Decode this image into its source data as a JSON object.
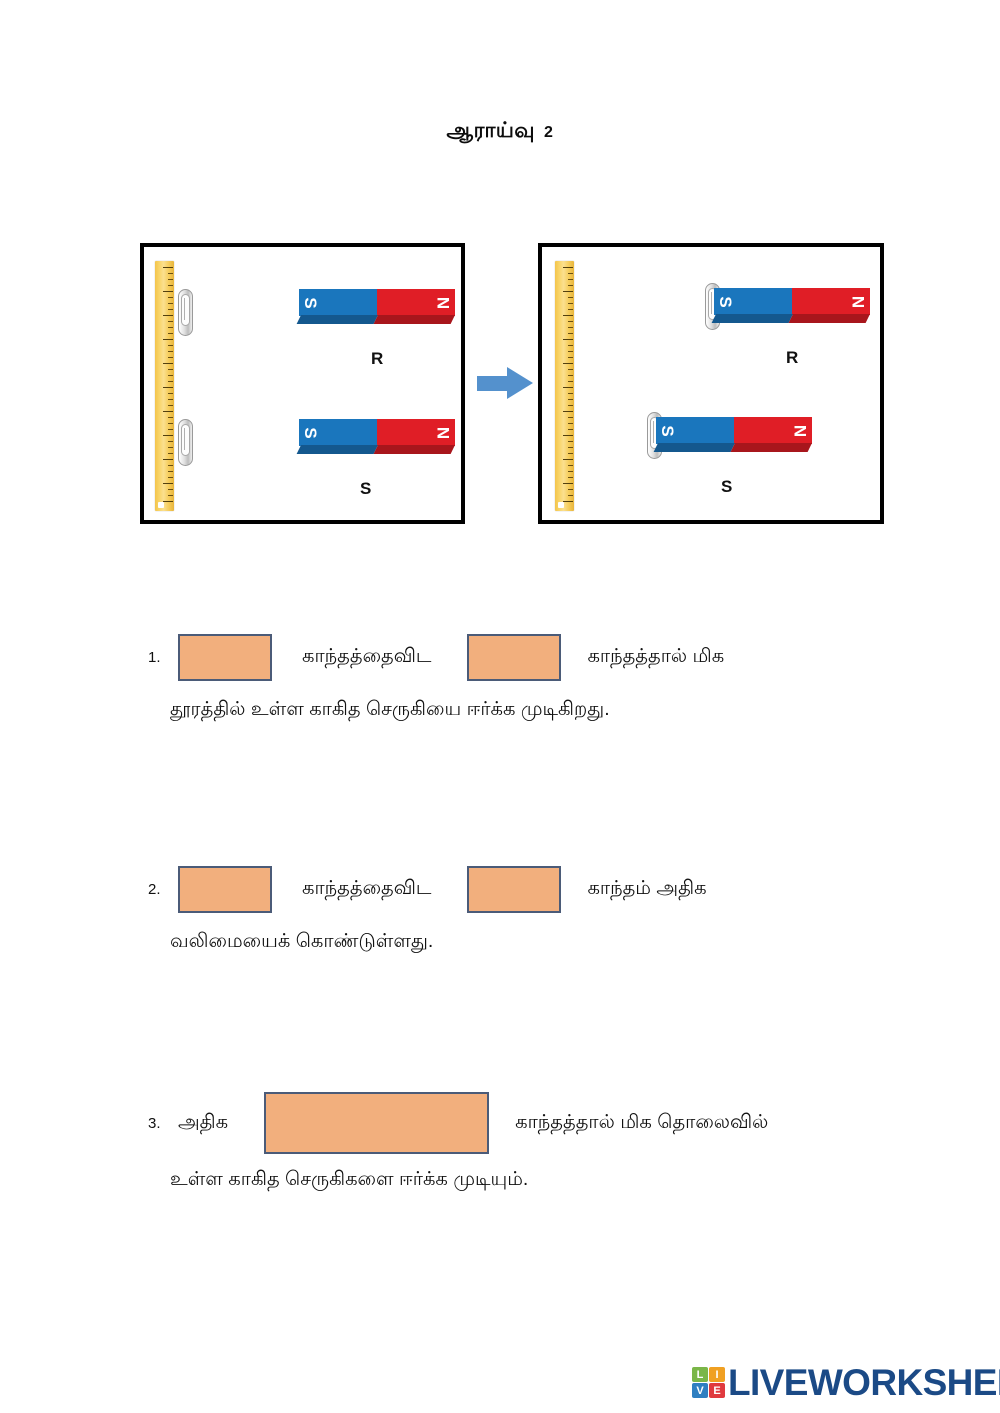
{
  "header": {
    "title": "ஆராய்வு",
    "number": "2"
  },
  "diagram": {
    "left_panel": {
      "name": "before-state-panel",
      "ruler_label": "ruler",
      "magnet_top": {
        "label": "R",
        "south_pole": "S",
        "north_pole": "N"
      },
      "magnet_bottom": {
        "label": "S",
        "south_pole": "S",
        "north_pole": "N"
      },
      "clips": 2
    },
    "right_panel": {
      "name": "after-state-panel",
      "magnet_top": {
        "label": "R",
        "south_pole": "S",
        "north_pole": "N"
      },
      "magnet_bottom": {
        "label": "S",
        "south_pole": "S",
        "north_pole": "N"
      },
      "clips": 2
    },
    "arrow": "right-arrow"
  },
  "questions": [
    {
      "number": "1.",
      "segment_1": "",
      "text_1": "காந்தத்தைவிட",
      "segment_2": "",
      "text_2": "காந்தத்தால்  மிக",
      "line_2": "தூரத்தில்  உள்ள  காகித  செருகியை  ஈர்க்க  முடிகிறது.",
      "answer_1": "",
      "answer_2": ""
    },
    {
      "number": "2.",
      "segment_1": "",
      "text_1": "காந்தத்தைவிட",
      "segment_2": "",
      "text_2": "காந்தம்  அதிக",
      "line_2": "வலிமையைக்  கொண்டுள்ளது.",
      "answer_1": "",
      "answer_2": ""
    },
    {
      "number": "3.",
      "prefix": "அதிக",
      "text_1": "காந்தத்தால்  மிக  தொலைவில்",
      "line_2": "உள்ள  காகித  செருகிகளை  ஈர்க்க  முடியும்.",
      "answer_1": ""
    }
  ],
  "footer": {
    "brand": "LIVEWORKSHEETS",
    "tiles": [
      "L",
      "I",
      "V",
      "E"
    ]
  },
  "colors": {
    "blank_fill": "#F2AF7D",
    "blank_border": "#4b5b78",
    "magnet_south": "#1a76bd",
    "magnet_north": "#e01e26",
    "arrow": "#5491cd",
    "ruler": "#f6cd5c",
    "brand_blue": "#1b4a86"
  }
}
